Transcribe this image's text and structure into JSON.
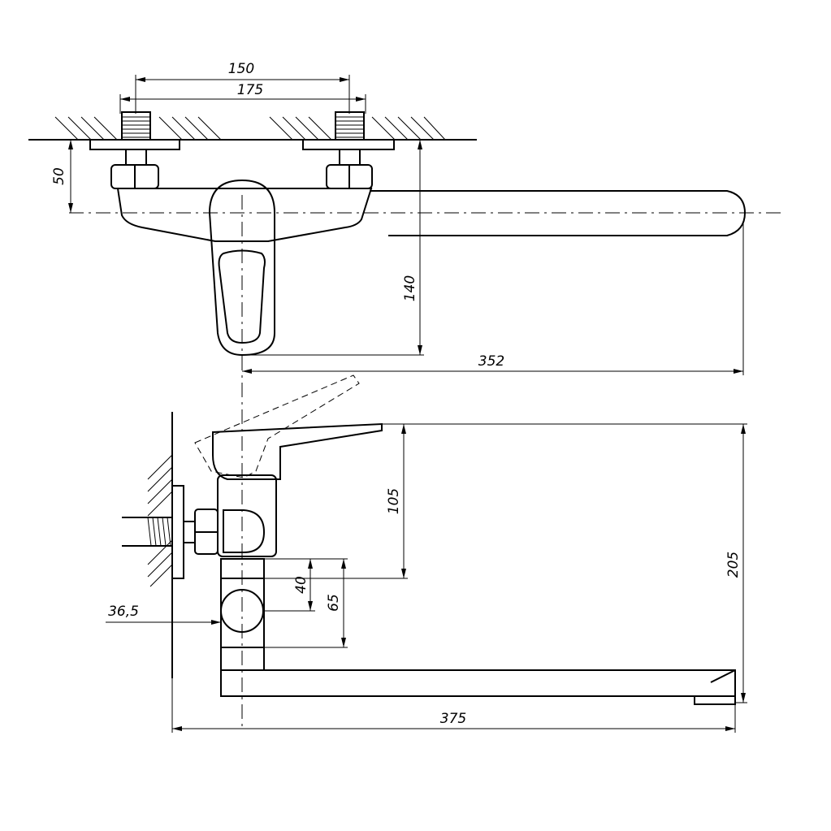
{
  "title": "Wall-mounted mixer faucet dimensional drawing",
  "dimensions": {
    "inlet_centers": "150",
    "inlet_outer": "175",
    "wall_to_axis_top": "50",
    "lever_drop": "140",
    "spout_reach_top": "352",
    "lever_height": "105",
    "total_height": "205",
    "sub_40": "40",
    "sub_65": "65",
    "wall_offset": "36,5",
    "total_length": "375"
  }
}
